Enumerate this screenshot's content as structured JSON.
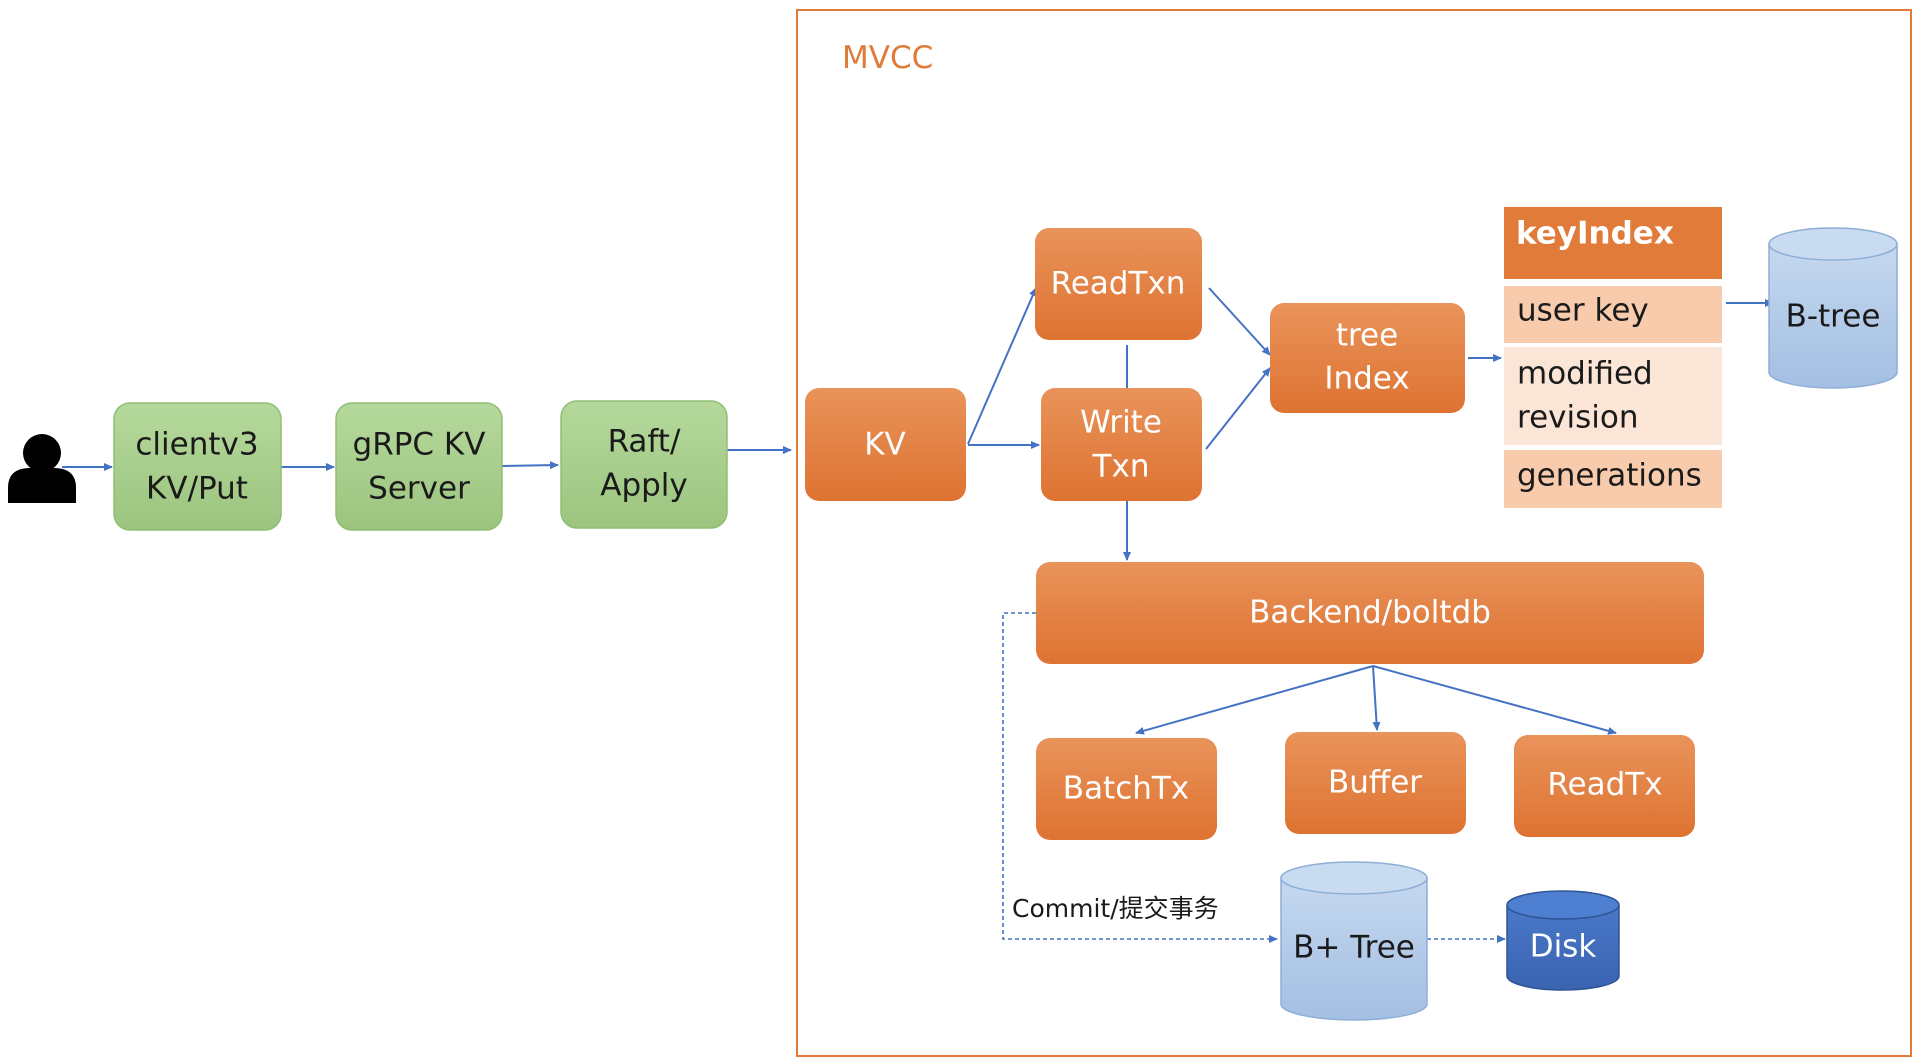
{
  "mvcc_label": "MVCC",
  "commit_label": "Commit/提交事务",
  "nodes": {
    "client": [
      "clientv3",
      "KV/Put"
    ],
    "grpc": [
      "gRPC KV",
      "Server"
    ],
    "raft": [
      "Raft/",
      "Apply"
    ],
    "kv": [
      "KV"
    ],
    "readtxn": [
      "ReadTxn"
    ],
    "writetxn": [
      "Write",
      "Txn"
    ],
    "treeindex": [
      "tree",
      "Index"
    ],
    "backend": [
      "Backend/boltdb"
    ],
    "batchtx": [
      "BatchTx"
    ],
    "buffer": [
      "Buffer"
    ],
    "readtx": [
      "ReadTx"
    ],
    "btree": [
      "B-tree"
    ],
    "bplustree": [
      "B+ Tree"
    ],
    "disk": [
      "Disk"
    ]
  },
  "key_index": {
    "title": "keyIndex",
    "fields": [
      "user key",
      "modified",
      "revision",
      "generations"
    ]
  },
  "colors": {
    "green_fill": "#a9d18e",
    "green_stroke": "#82b366",
    "orange_fill": "#e07b39",
    "orange_light": "#f8cbad",
    "orange_lighter": "#fbe5d6",
    "arrow": "#4472c4",
    "cylinder_fill": "#b4cbe8",
    "disk_fill": "#4472c4"
  }
}
